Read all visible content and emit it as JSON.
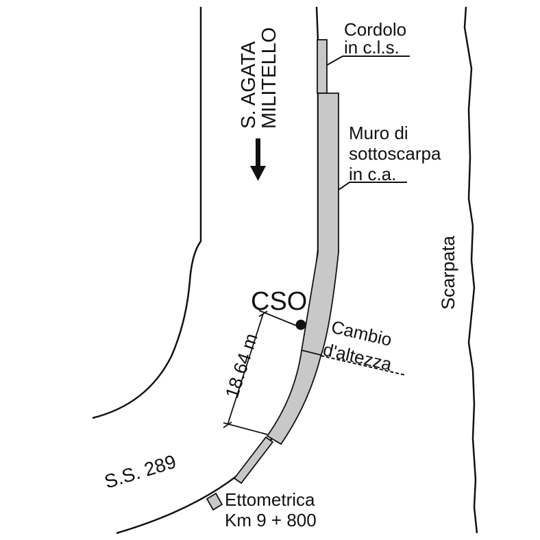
{
  "labels": {
    "direction_line1": "S. AGATA",
    "direction_line2": "MILITELLO",
    "cordolo_line1": "Cordolo",
    "cordolo_line2": "in c.l.s.",
    "muro_line1": "Muro di",
    "muro_line2": "sottoscarpa",
    "muro_line3": "in c.a.",
    "scarpata": "Scarpata",
    "cso": "CSO",
    "distance": "18.64 m",
    "cambio_line1": "Cambio",
    "cambio_line2": "d'altezza",
    "road": "S.S. 289",
    "ettometrica_line1": "Ettometrica",
    "ettometrica_line2": "Km 9 + 800"
  },
  "colors": {
    "line": "#111111",
    "wall_fill": "#c8c8c8",
    "background": "#ffffff"
  }
}
